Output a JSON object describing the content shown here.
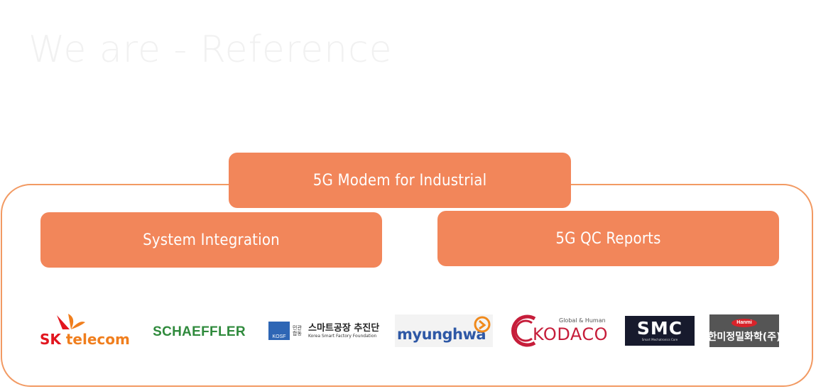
{
  "header": {
    "title": "We are - Reference"
  },
  "boxes": {
    "top": "5G Modem for Industrial",
    "left": "System Integration",
    "right": "5G QC Reports"
  },
  "logos": {
    "sk": {
      "part1": "SK",
      "part2": " telecom"
    },
    "schaeffler": "SCHAEFFLER",
    "kosf": {
      "badge": "KOSF",
      "mid": "민관 합동",
      "korean": "스마트공장 추진단",
      "english": "Korea Smart Factory Foundation"
    },
    "myunghwa": "myunghwa",
    "kodaco": {
      "tagline": "Global & Human",
      "name": "KODACO"
    },
    "smc": {
      "name": "SMC",
      "tagline": "Smart Mechatronics Core"
    },
    "hanmi": {
      "badge": "Hanmi",
      "korean": "한미정밀화학(주)"
    }
  },
  "colors": {
    "accent": "#f2865a",
    "frame": "#f29a63",
    "title": "#f1f1f1"
  }
}
